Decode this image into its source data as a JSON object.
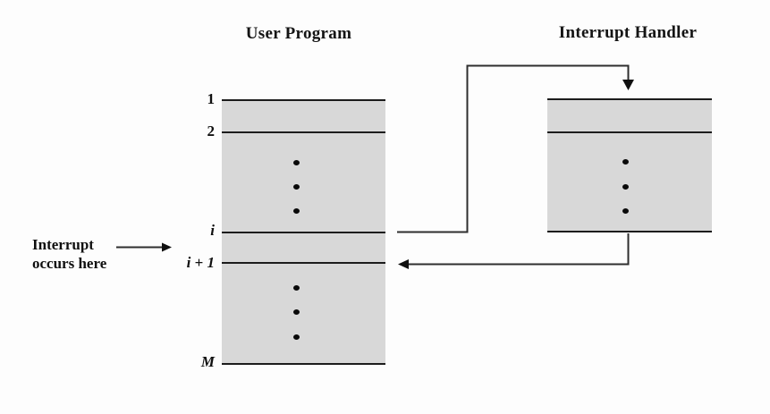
{
  "titles": {
    "user_program": "User Program",
    "interrupt_handler": "Interrupt Handler"
  },
  "user_program": {
    "row_labels": [
      "1",
      "2",
      "i",
      "i + 1",
      "M"
    ]
  },
  "annotation": {
    "line1": "Interrupt",
    "line2": "occurs here"
  },
  "colors": {
    "background": "#fdfdfd",
    "box_fill": "#d8d8d8",
    "line": "#1c1c1c",
    "arrow": "#2e2e2e",
    "text": "#101010"
  }
}
